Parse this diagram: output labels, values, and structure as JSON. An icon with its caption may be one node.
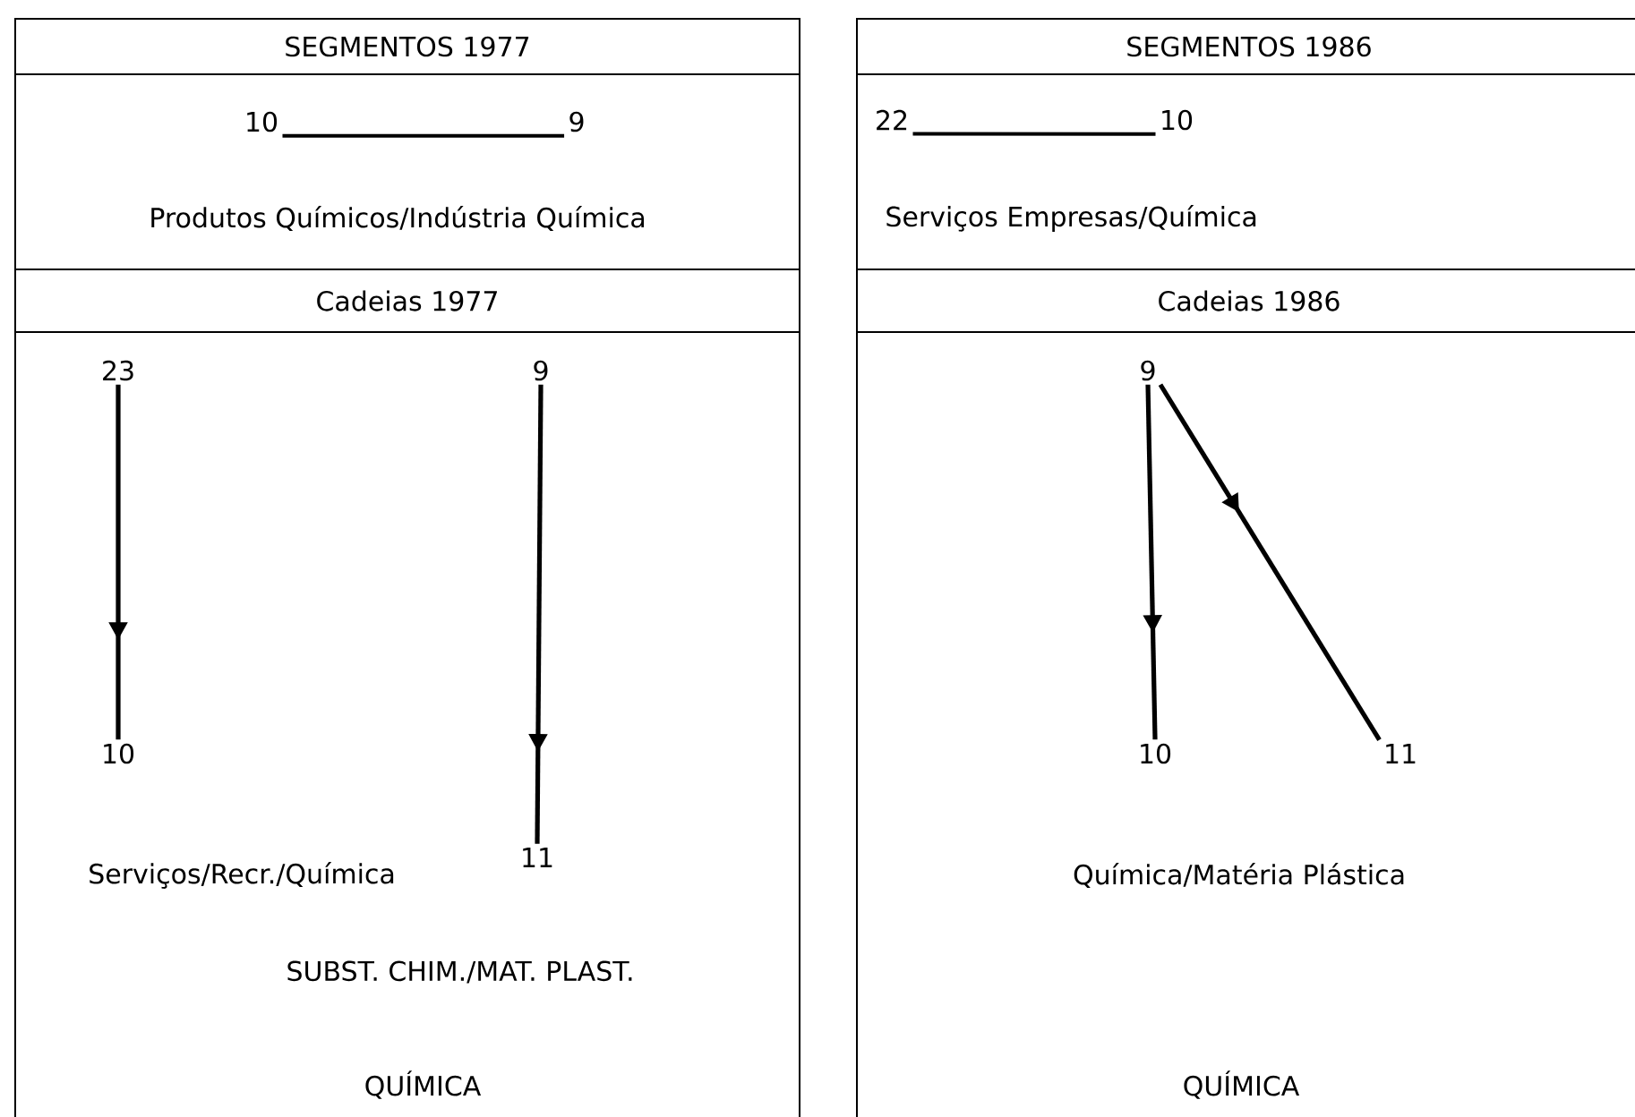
{
  "diagram": {
    "nodes": [
      {
        "text": [
          "SEGMENTOS 1977"
        ]
      },
      {
        "text": [
          "Produtos Químicos/Indústria Química"
        ]
      },
      {
        "text": [
          "10"
        ],
        "in": 1
      },
      {
        "text": [
          "9"
        ],
        "in": 1
      },
      {
        "text": [
          "Cadeias 1977"
        ]
      },
      {
        "text": [
          "Serviços/Recr./Química",
          "SUBST. CHIM./MAT. PLAST.",
          "QUÍMICA"
        ]
      },
      {
        "text": [
          "23"
        ],
        "in": 5
      },
      {
        "text": [
          "10"
        ],
        "in": 5
      },
      {
        "text": [
          "9"
        ],
        "in": 5
      },
      {
        "text": [
          "11"
        ],
        "in": 5
      },
      {
        "text": [
          "SEGMENTOS 1986"
        ]
      },
      {
        "text": [
          "Serviços Empresas/Química"
        ]
      },
      {
        "text": [
          "22"
        ],
        "in": 11
      },
      {
        "text": [
          "10"
        ],
        "in": 11
      },
      {
        "text": [
          "Cadeias 1986"
        ]
      },
      {
        "text": [
          "Química/Matéria Plástica",
          "QUÍMICA"
        ]
      },
      {
        "text": [
          "9"
        ],
        "in": 15
      },
      {
        "text": [
          "10"
        ],
        "in": 15
      },
      {
        "text": [
          "11"
        ],
        "in": 15
      }
    ],
    "edges": [
      {
        "from": 2,
        "to": 3,
        "arrow": "none"
      },
      {
        "from": 6,
        "to": 7,
        "arrow": "to"
      },
      {
        "from": 8,
        "to": 9,
        "arrow": "to"
      },
      {
        "from": 12,
        "to": 13,
        "arrow": "none"
      },
      {
        "from": 16,
        "to": 17,
        "arrow": "to"
      },
      {
        "from": 16,
        "to": 18,
        "arrow": "to"
      }
    ]
  }
}
